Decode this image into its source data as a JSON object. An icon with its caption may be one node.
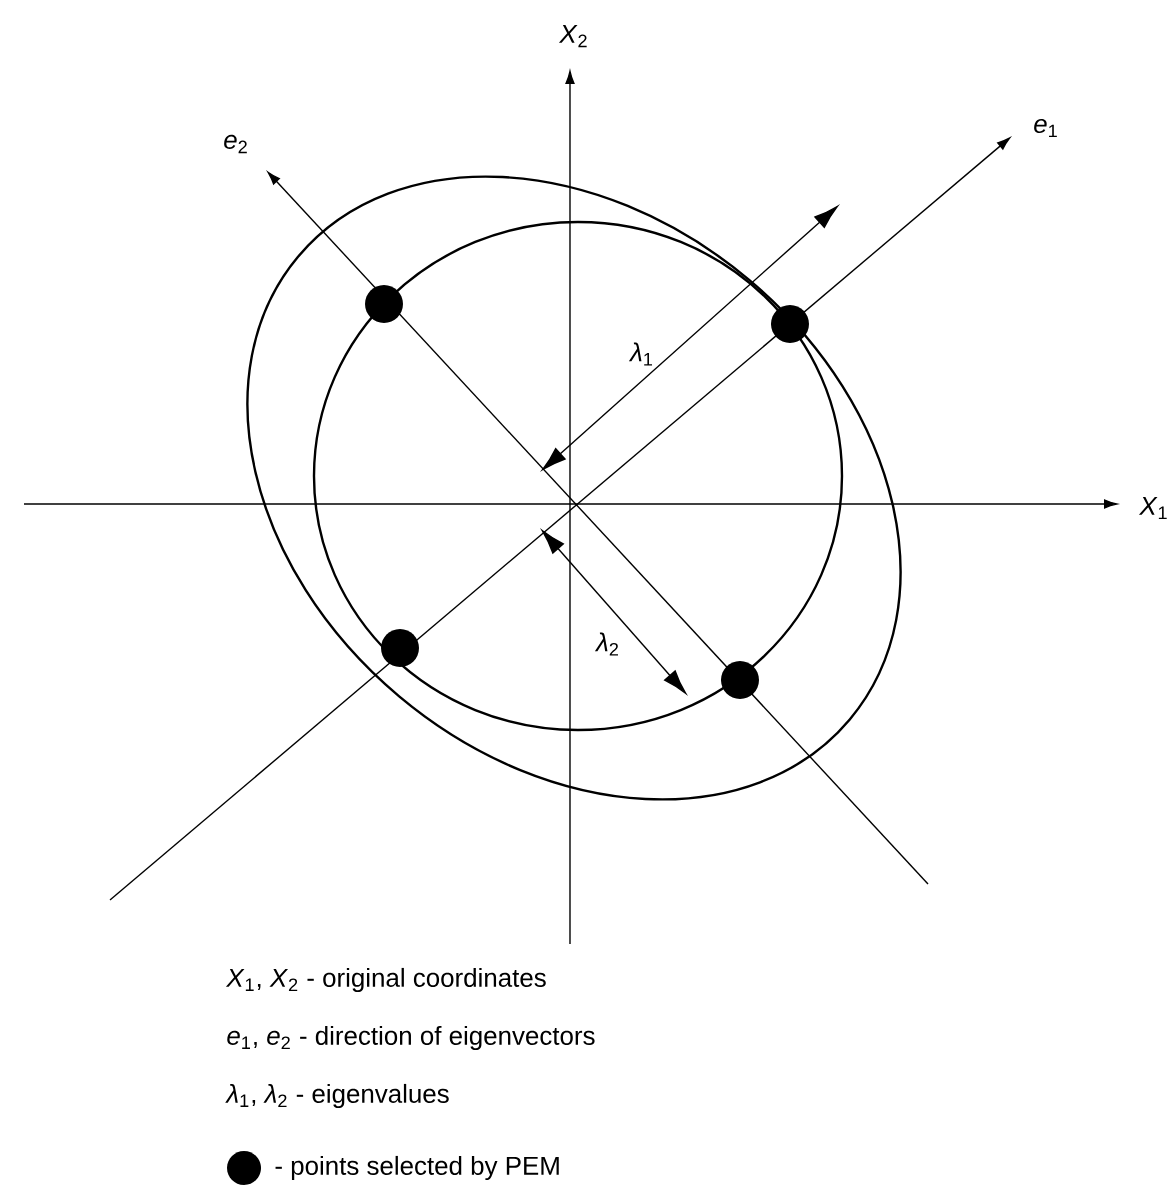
{
  "diagram": {
    "labels": [
      "*X*$_{2}$",
      "*e*$_{2}$",
      "*e*$_{1}$",
      "*λ*$_{1}$",
      "*X*$_{1}$",
      "*λ*$_{2}$",
      "*X*$_{1}$, *X*$_{2}$  - original coordinates",
      "*e*$_{1}$, *e*$_{2}$ - direction of eigenvectors",
      "*λ*$_{1}$, *λ*$_{2}$ - eigenvalues"
    ],
    "legend": [
      {
        "text": "- points selected by PEM"
      }
    ]
  }
}
